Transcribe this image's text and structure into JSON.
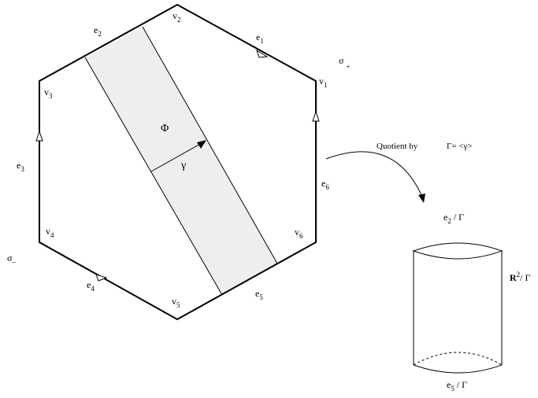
{
  "hexagon": {
    "edges": [
      {
        "name": "e",
        "sub": "1"
      },
      {
        "name": "e",
        "sub": "2"
      },
      {
        "name": "e",
        "sub": "3"
      },
      {
        "name": "e",
        "sub": "4"
      },
      {
        "name": "e",
        "sub": "5"
      },
      {
        "name": "e",
        "sub": "6"
      }
    ],
    "vertices": [
      {
        "name": "v",
        "sub": "1"
      },
      {
        "name": "v",
        "sub": "2"
      },
      {
        "name": "v",
        "sub": "3"
      },
      {
        "name": "v",
        "sub": "4"
      },
      {
        "name": "v",
        "sub": "5"
      },
      {
        "name": "v",
        "sub": "6"
      }
    ],
    "sigma_plus": {
      "name": "σ",
      "sub": "+"
    },
    "sigma_minus": {
      "name": "σ",
      "sub": "_"
    },
    "strip_label": "Φ",
    "gamma_label": "γ",
    "strip_fill": "#eeeeee"
  },
  "quotient": {
    "caption": "Quotient by",
    "group": "Γ= <γ>"
  },
  "cylinder": {
    "top_label": {
      "name": "e",
      "sub": "2",
      "rest": " / Γ"
    },
    "bottom_label": {
      "name": "e",
      "sub": "5",
      "rest": " / Γ"
    },
    "side_label": {
      "bold": "R",
      "sup": "2",
      "rest": "/ Γ"
    }
  }
}
